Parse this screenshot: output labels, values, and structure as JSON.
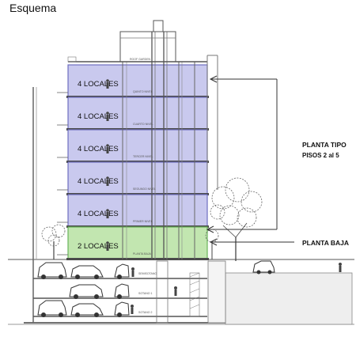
{
  "title": "Esquema",
  "floors": [
    {
      "label": "4 LOCALES",
      "small": "QUINTO NIVEL",
      "type": "upper"
    },
    {
      "label": "4 LOCALES",
      "small": "CUARTO NIVEL",
      "type": "upper"
    },
    {
      "label": "4 LOCALES",
      "small": "TERCER NIVEL",
      "type": "upper"
    },
    {
      "label": "4 LOCALES",
      "small": "SEGUNDO NIVEL",
      "type": "upper"
    },
    {
      "label": "4 LOCALES",
      "small": "PRIMER NIVEL",
      "type": "upper"
    },
    {
      "label": "2 LOCALES",
      "small": "PLANTA BAJA",
      "type": "ground"
    }
  ],
  "roof_label": "ROOF GARDEN",
  "basement_labels": [
    "SEMISOTANO",
    "SOTANO 1",
    "SOTANO 2"
  ],
  "callouts": {
    "tipo_line1": "PLANTA TIPO",
    "tipo_line2": "PISOS 2 al 5",
    "baja": "PLANTA BAJA"
  },
  "colors": {
    "upper_fill": "#c9c9ee",
    "upper_stroke": "#6e6ec0",
    "ground_fill": "#c2e6b0",
    "ground_stroke": "#69b35a",
    "structure": "#555555"
  }
}
